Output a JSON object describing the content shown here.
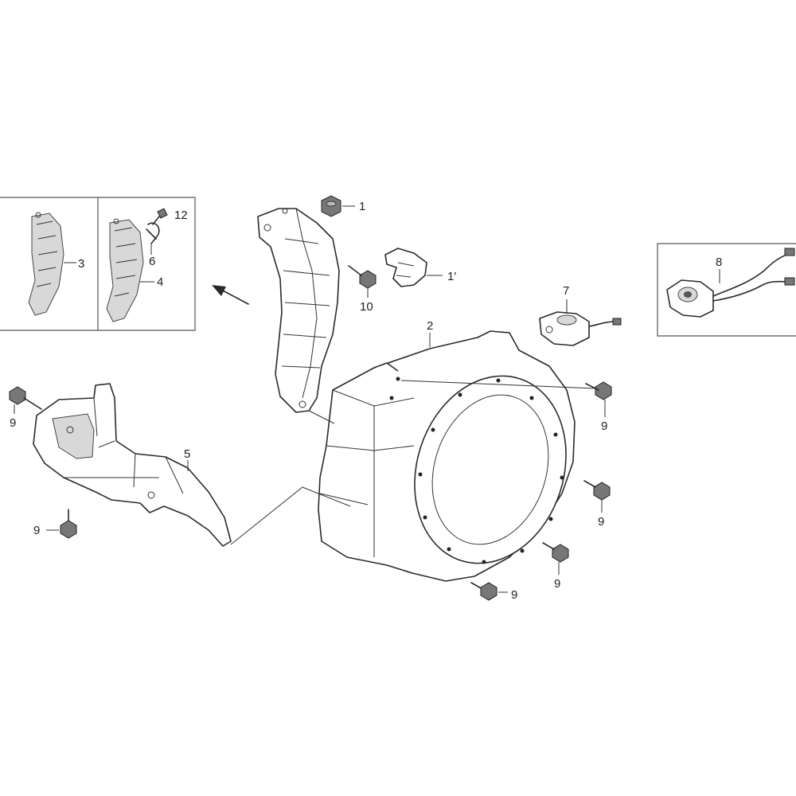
{
  "callouts": {
    "c1": "1",
    "c1prime": "1'",
    "c2": "2",
    "c3": "3",
    "c4": "4",
    "c5": "5",
    "c6": "6",
    "c7": "7",
    "c8": "8",
    "c9a": "9",
    "c9b": "9",
    "c9c": "9",
    "c9d": "9",
    "c9e": "9",
    "c9f": "9",
    "c10": "10",
    "c12": "12"
  }
}
